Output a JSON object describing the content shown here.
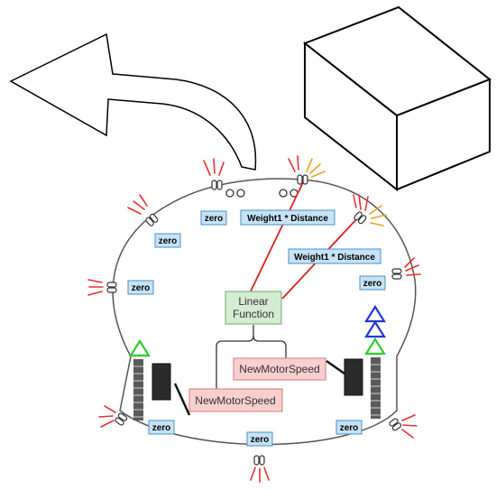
{
  "sensor_readouts": {
    "top": "zero",
    "upper_left": "zero",
    "left": "zero",
    "right": "zero",
    "bottom_left": "zero",
    "bottom_center": "zero",
    "bottom_right": "zero"
  },
  "weights": {
    "upper": "Weight1 * Distance",
    "lower": "Weight1 * Distance"
  },
  "function_box": {
    "line1": "Linear",
    "line2": "Function"
  },
  "motors": {
    "left": "NewMotorSpeed",
    "right": "NewMotorSpeed"
  },
  "colors": {
    "label_fill": "#c6e3f5",
    "label_stroke": "#4a8fc8",
    "function_fill": "#d4ecd2",
    "function_stroke": "#7fb87a",
    "motor_fill": "#f7cfcf",
    "motor_stroke": "#d98a8a",
    "connector": "#e02020",
    "ray_red": "#e83030",
    "ray_orange": "#f0a020",
    "green_marker": "#2ecc2e",
    "blue_marker": "#2038d8"
  }
}
